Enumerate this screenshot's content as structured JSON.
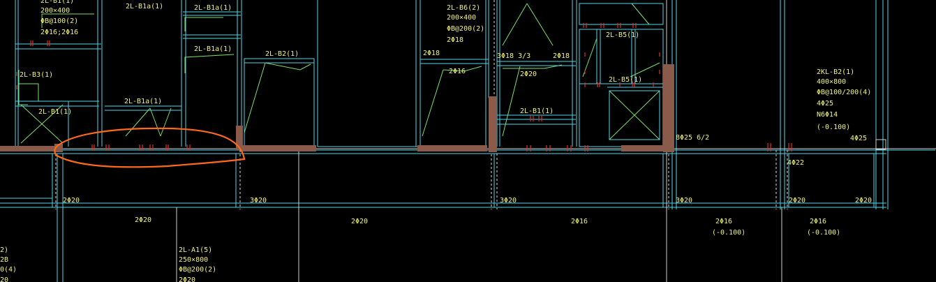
{
  "colors": {
    "background": "#000000",
    "beam_line": "#4fd6e8",
    "beam_line_dim": "#2aa6bb",
    "rebar_green": "#7ee06a",
    "text_yellow": "#f2f27a",
    "text_cyan": "#7fd8e6",
    "wall_fill": "#8a5a4a",
    "rebar_red": "#e0302a",
    "markup_orange": "#ff6a1a",
    "axis_white": "#d8d8d8"
  },
  "labels": {
    "l1": "2L-B1a(1)",
    "l2": "2L-B1a(1)",
    "l3": "2L-B1a(1)",
    "l4": "2L-B6(2)",
    "l5": "200×400",
    "l6": "ΦB@200(2)",
    "l7": "2Φ18",
    "l8": "2Φ18",
    "l9": "2Φ16",
    "l10": "2L-B2(1)",
    "l11": "2L-B3(1)",
    "l12": "2L-B1(1)",
    "l13": "2L-B1a(1)",
    "l14": "2L-B1(1)",
    "l15": "200×400",
    "l16": "ΦB@100(2)",
    "l17": "2Φ16;2Φ16",
    "l18": "3Φ18  3/3",
    "l19": "2Φ18",
    "l20": "2Φ20",
    "l21": "2L-B5(1)",
    "l22": "2L-B5(1)",
    "l23": "2KL-B2(1)",
    "l24": "400×800",
    "l25": "ΦB@100/200(4)",
    "l26": "4Φ25",
    "l27": "N6Φ14",
    "l28": "(-0.100)",
    "l29": "8Φ25  6/2",
    "l30": "4Φ25",
    "l31": "4Φ22",
    "l32": "2Φ20",
    "l33": "3Φ20",
    "l34": "3Φ20",
    "l35": "3Φ20",
    "l36": "2Φ20",
    "l37": "2Φ20",
    "l38": "2Φ20",
    "l39": "2Φ20",
    "l40": "2Φ16",
    "l41": "2Φ16",
    "l42": "(-0.100)",
    "l43": "2Φ16",
    "l44": "(-0.100)",
    "l45": "2L-A1(5)",
    "l46": "250×800",
    "l47": "ΦB@200(2)",
    "l48": "2Φ20",
    "l49": "2)",
    "l50": "2B",
    "l51": "0(4)",
    "l52": "20"
  }
}
